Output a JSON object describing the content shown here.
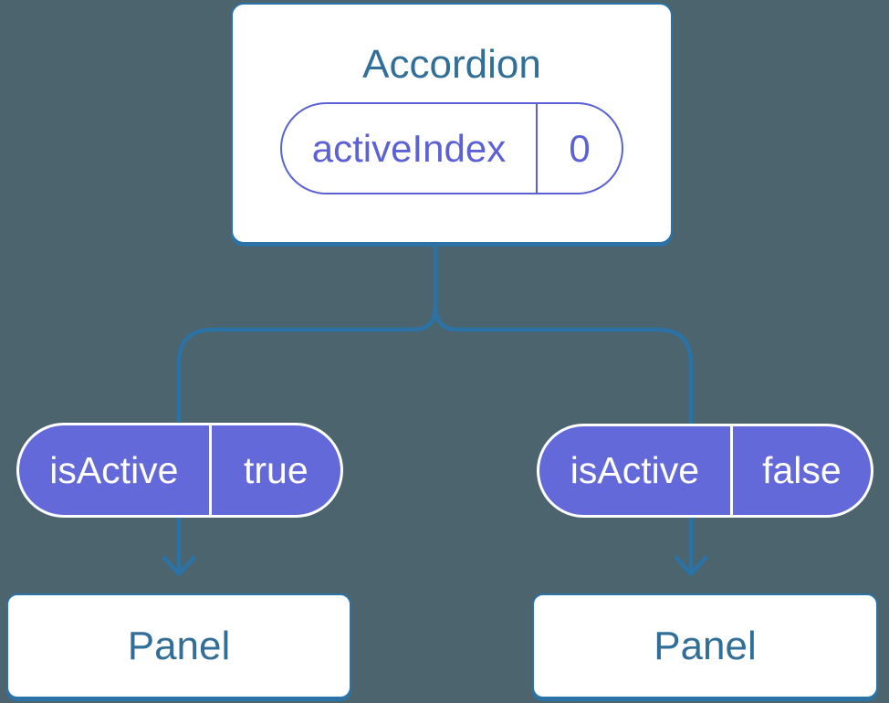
{
  "colors": {
    "background": "#4C646D",
    "connector_blue": "#2B72A6",
    "node_text_blue": "#316F99",
    "pill_outline_purple": "#5C62D4",
    "pill_fill_purple": "#6469DA",
    "pill_text_white": "#FFFFFF",
    "node_fill": "#FFFFFF"
  },
  "tree": {
    "root": {
      "label": "Accordion",
      "state_pill": {
        "name": "activeIndex",
        "value": "0"
      }
    },
    "children": [
      {
        "prop_pill": {
          "name": "isActive",
          "value": "true"
        },
        "node": {
          "label": "Panel"
        }
      },
      {
        "prop_pill": {
          "name": "isActive",
          "value": "false"
        },
        "node": {
          "label": "Panel"
        }
      }
    ]
  }
}
